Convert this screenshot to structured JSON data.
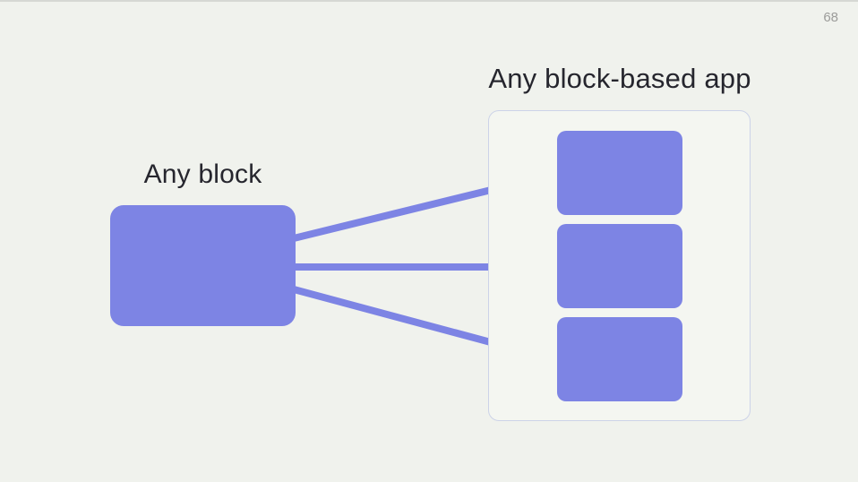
{
  "page": {
    "number": "68"
  },
  "colors": {
    "canvas": "#f0f2ed",
    "accent": "#7d84e4",
    "container_border": "#ccd3e8",
    "container_bg": "#f4f6f1",
    "text": "#26262e",
    "muted": "#9c9c9a"
  },
  "source_block": {
    "label": "Any block"
  },
  "target_app": {
    "title": "Any block-based app",
    "blocks": [
      {
        "name": "app-block-1"
      },
      {
        "name": "app-block-2"
      },
      {
        "name": "app-block-3"
      }
    ]
  },
  "arrows": [
    {
      "name": "arrow-top"
    },
    {
      "name": "arrow-middle"
    },
    {
      "name": "arrow-bottom"
    }
  ]
}
